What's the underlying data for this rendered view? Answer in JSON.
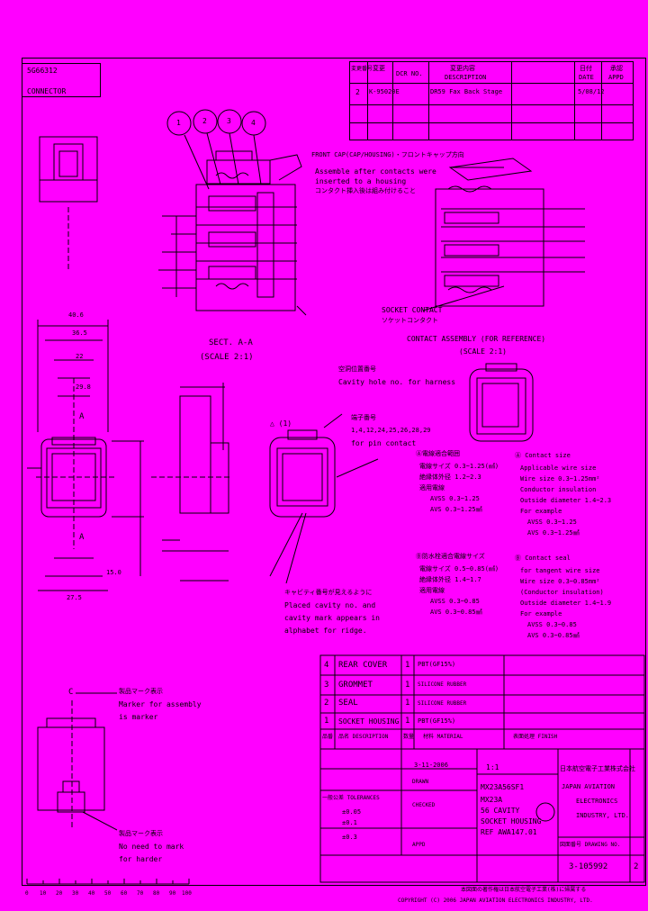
{
  "header": {
    "doc_number": "5G66312",
    "note_ref": "CONNECTOR",
    "rev_table_cols": [
      "変更番号",
      "変更",
      "DCR NO.",
      "変更内容",
      "DESCRIPTION",
      "日付",
      "DATE",
      "承認",
      "APPD"
    ],
    "rev_row": {
      "no": "2",
      "dcr": "K-95020E",
      "desc": "DR59 Fax Back Stage",
      "date": "5/08/12"
    }
  },
  "section_view": {
    "callouts": [
      "1",
      "2",
      "3",
      "4"
    ],
    "front_cap_label": "FRONT CAP(CAP/HOUSING)・フロントキャップ方向",
    "note1": "Assemble after contacts were",
    "note2": "inserted to a housing",
    "note3": "コンタクト挿入後は組み付けること",
    "title": "SECT. A-A",
    "scale": "(SCALE 2:1)"
  },
  "contact_view": {
    "socket_contact": "SOCKET CONTACT",
    "socket_contact_jp": "ソケットコンタクト",
    "assembly_label": "CONTACT ASSEMBLY (FOR REFERENCE)",
    "scale": "(SCALE 2:1)"
  },
  "front_view": {
    "dims": [
      "40.6",
      "36.5",
      "22",
      "29.8",
      "27.5",
      "15.0"
    ],
    "section_mark": "A",
    "cavity_note_jp": "空洞位置番号",
    "cavity_note": "Cavity hole no. for harness",
    "contact_pos_jp": "端子番号",
    "contact_pos": "1,4,12,24,25,26,28,29",
    "contact_pos2": "for pin contact",
    "plug_marks": "△ (1)",
    "mark_note_jp": "キャビティ番号が見えるように",
    "mark_note1": "Placed cavity no. and",
    "mark_note2": "cavity mark appears in",
    "mark_note3": "alphabet for ridge."
  },
  "notes_jp": {
    "a_title": "Ⓐ電線適合範囲",
    "a1": "電線サイズ 0.3~1.25(㎟)",
    "a2": "絶縁体外径 1.2~2.3",
    "a3": "適用電線",
    "a4": "AVSS 0.3~1.25",
    "a5": "AVS 0.3~1.25㎟",
    "b_title": "Ⓑ防水栓適合電線サイズ",
    "b1": "電線サイズ 0.5~0.85(㎟)",
    "b2": "絶縁体外径 1.4~1.7",
    "b3": "適用電線",
    "b4": "AVSS 0.3~0.85",
    "b5": "AVS 0.3~0.85㎟"
  },
  "notes_en": {
    "a_title": "Ⓐ Contact size",
    "a1": "Applicable wire size",
    "a2": "Wire size 0.3~1.25mm²",
    "a3": "Conductor insulation",
    "a4": "Outside diameter 1.4~2.3",
    "a5": "For example",
    "a6": "AVSS 0.3~1.25",
    "a7": "AVS 0.3~1.25㎟",
    "b_title": "Ⓑ Contact seal",
    "b1": "for tangent wire size",
    "b2": "Wire size 0.3~0.85mm²",
    "b3": "(Conductor insulation)",
    "b4": "Outside diameter 1.4~1.9",
    "b5": "For example",
    "b6": "AVSS 0.3~0.85",
    "b7": "AVS 0.3~0.85㎟"
  },
  "parts_list": {
    "rows": [
      {
        "no": "4",
        "name": "REAR COVER",
        "qty": "1",
        "material": "PBT(GF15%)"
      },
      {
        "no": "3",
        "name": "GROMMET",
        "qty": "1",
        "material": "SILICONE RUBBER"
      },
      {
        "no": "2",
        "name": "SEAL",
        "qty": "1",
        "material": "SILICONE RUBBER"
      },
      {
        "no": "1",
        "name": "SOCKET HOUSING",
        "qty": "1",
        "material": "PBT(GF15%)"
      }
    ],
    "headers": [
      "品番",
      "品名 DESCRIPTION",
      "数量",
      "材料 MATERIAL",
      "表面処理 FINISH"
    ]
  },
  "title_block": {
    "scale": "1:1",
    "drawn": "DRAWN",
    "checked": "CHECKED",
    "approved": "APPD",
    "date": "3-11-2006",
    "part_no": "MX23A56SF1",
    "name1": "MX23A",
    "name2": "56 CAVITY",
    "name3": "SOCKET HOUSING",
    "name4": "REF AWA147.01",
    "company_jp": "日本航空電子工業株式会社",
    "company1": "JAPAN AVIATION",
    "company2": "ELECTRONICS",
    "company3": "INDUSTRY, LTD.",
    "dwg_label": "図面番号 DRAWING NO.",
    "dwg_no": "3-105992",
    "sheet": "2",
    "tol_label": "一般公差 TOLERANCES",
    "tol1": "±0.05",
    "tol2": "±0.1",
    "tol3": "±0.3"
  },
  "lower_view": {
    "marker_jp": "製品マーク表示",
    "marker1": "Marker for assembly",
    "marker2": "is marker",
    "nomark_jp": "製品マーク表示",
    "nomark1": "No need to mark",
    "nomark2": "for harder",
    "label_c": "C"
  },
  "footer": {
    "line1": "本図面の著作権は日本航空電子工業(株)に帰属する",
    "line2": "COPYRIGHT (C) 2006 JAPAN AVIATION ELECTRONICS INDUSTRY, LTD.",
    "ruler": [
      "0",
      "10",
      "20",
      "30",
      "40",
      "50",
      "60",
      "70",
      "80",
      "90",
      "100"
    ]
  }
}
